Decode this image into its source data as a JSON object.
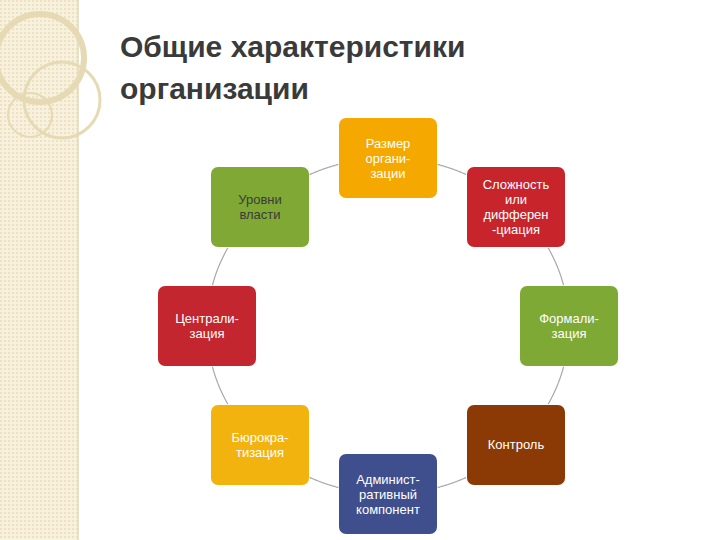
{
  "diagram": {
    "title": "Общие характеристики организации",
    "nodes": [
      {
        "text": [
          "Размер органи- зации"
        ]
      },
      {
        "text": [
          "Сложность или дифферен -циация"
        ]
      },
      {
        "text": [
          "Формали- зация"
        ]
      },
      {
        "text": [
          "Контроль"
        ]
      },
      {
        "text": [
          "Админист- ративный компонент"
        ]
      },
      {
        "text": [
          "Бюрокра- тизация"
        ]
      },
      {
        "text": [
          "Централи- зация"
        ]
      },
      {
        "text": [
          "Уровни власти"
        ]
      }
    ],
    "edges": [
      {
        "from": 0,
        "to": 1,
        "arrow": "none"
      },
      {
        "from": 1,
        "to": 2,
        "arrow": "none"
      },
      {
        "from": 2,
        "to": 3,
        "arrow": "none"
      },
      {
        "from": 3,
        "to": 4,
        "arrow": "none"
      },
      {
        "from": 4,
        "to": 5,
        "arrow": "none"
      },
      {
        "from": 5,
        "to": 6,
        "arrow": "none"
      },
      {
        "from": 6,
        "to": 7,
        "arrow": "none"
      },
      {
        "from": 7,
        "to": 0,
        "arrow": "none"
      }
    ]
  }
}
